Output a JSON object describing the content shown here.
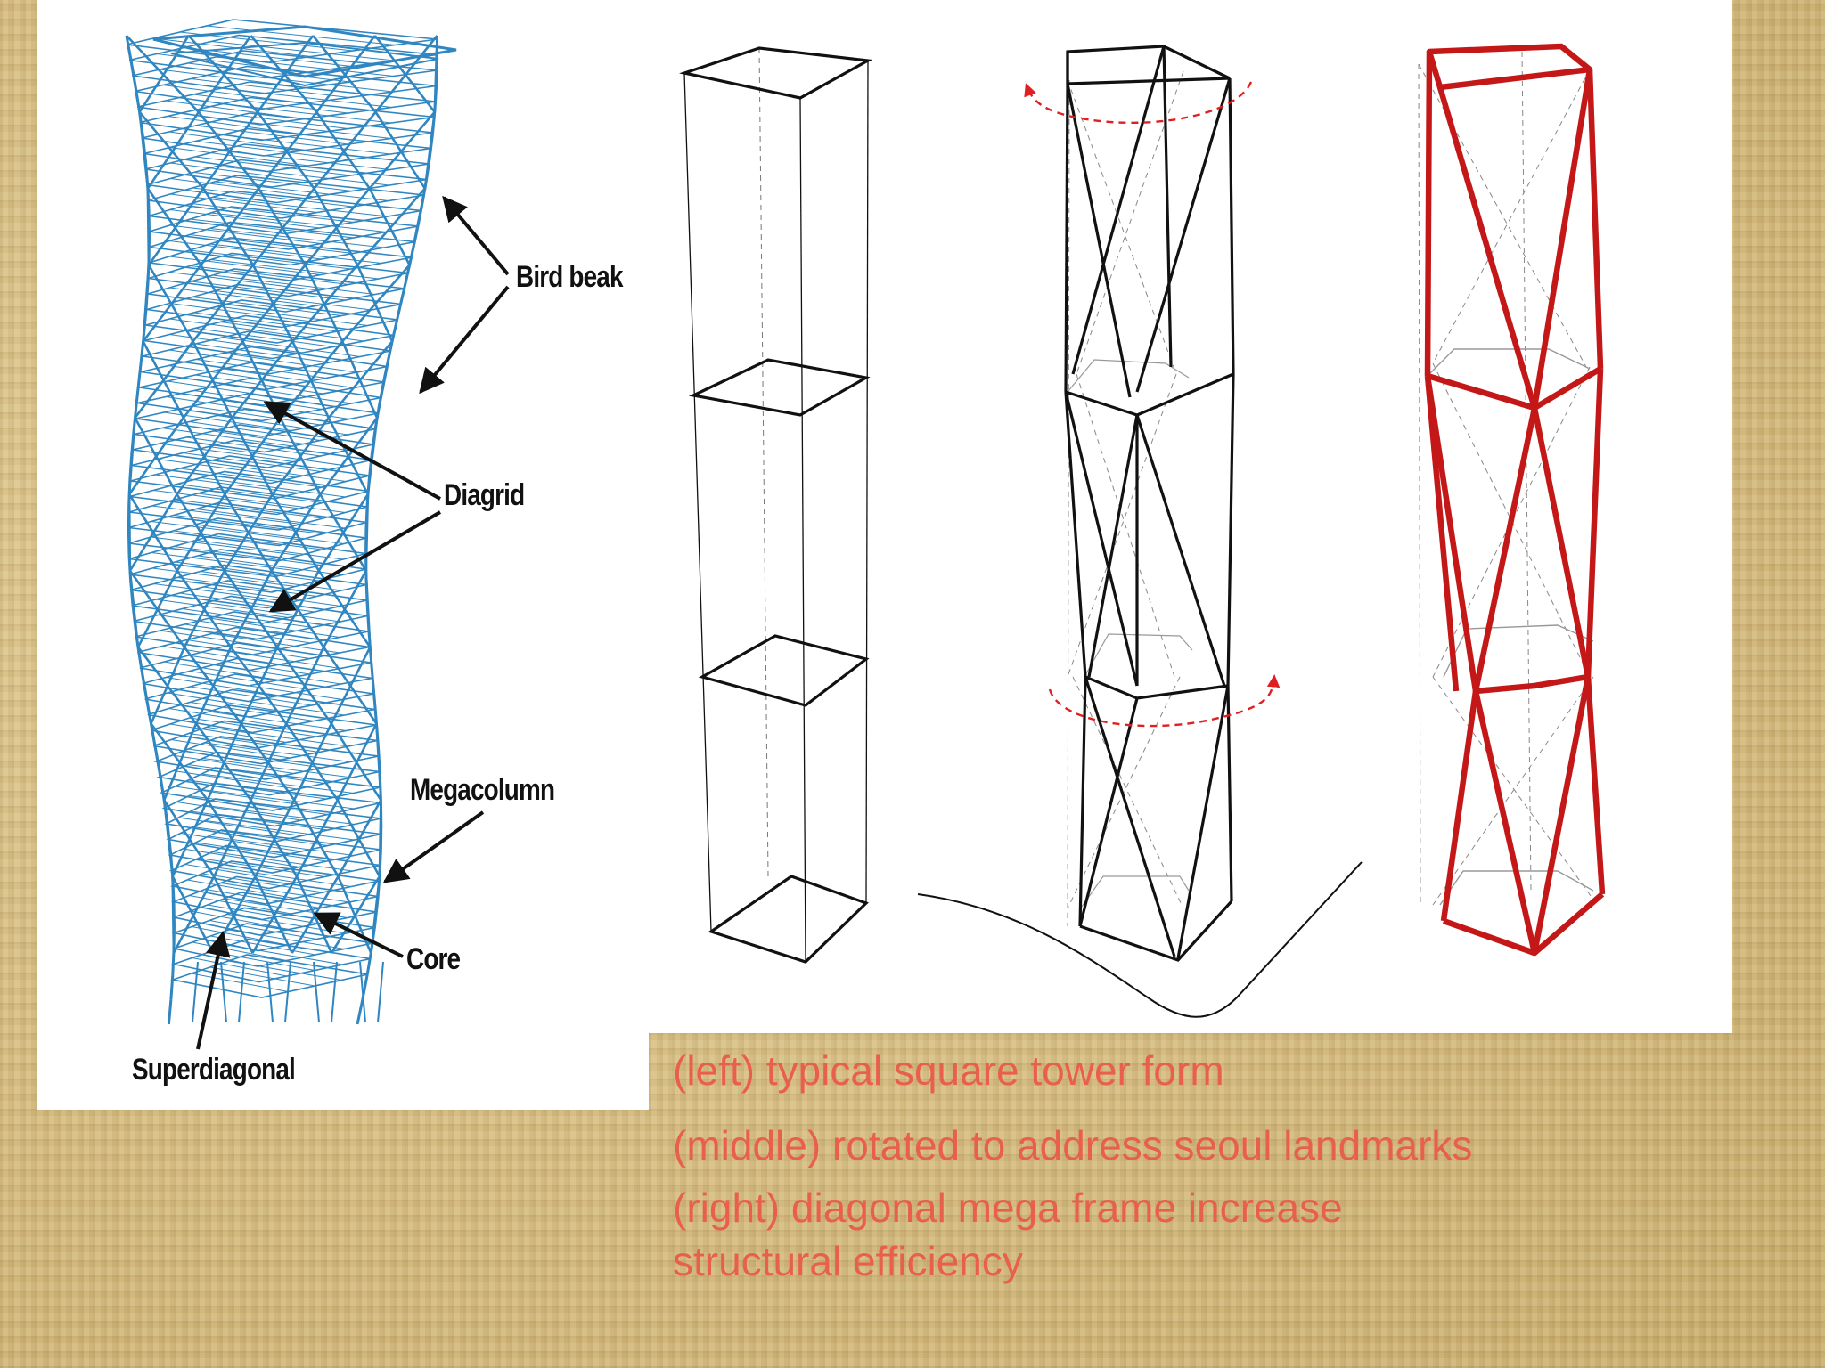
{
  "figure": {
    "callouts": {
      "bird_beak": "Bird beak",
      "diagrid": "Diagrid",
      "megacolumn": "Megacolumn",
      "core": "Core",
      "superdiagonal": "Superdiagonal"
    },
    "colors": {
      "diagrid_blue": "#2f86c0",
      "mega_frame_red": "#d42020",
      "rotation_arrow_red": "#e02020",
      "caption_text": "#e8604c"
    }
  },
  "captions": [
    "(left) typical square tower form",
    "(middle) rotated to address seoul landmarks",
    "(right) diagonal mega frame increase structural efficiency"
  ]
}
